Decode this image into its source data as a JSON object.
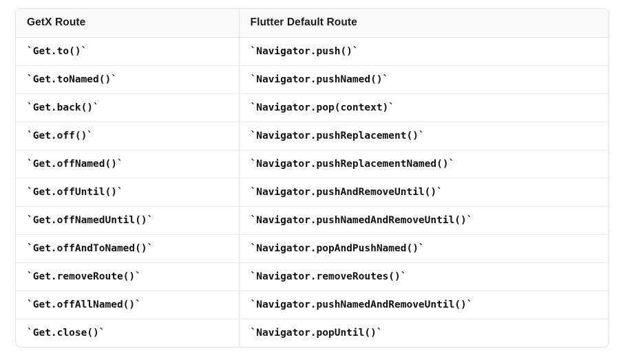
{
  "table": {
    "headers": [
      {
        "label": "GetX Route"
      },
      {
        "label": "Flutter Default Route"
      }
    ],
    "rows": [
      {
        "getx": "`Get.to()`",
        "flutter": "`Navigator.push()`"
      },
      {
        "getx": "`Get.toNamed()`",
        "flutter": "`Navigator.pushNamed()`"
      },
      {
        "getx": "`Get.back()`",
        "flutter": "`Navigator.pop(context)`"
      },
      {
        "getx": "`Get.off()`",
        "flutter": "`Navigator.pushReplacement()`"
      },
      {
        "getx": "`Get.offNamed()`",
        "flutter": "`Navigator.pushReplacementNamed()`"
      },
      {
        "getx": "`Get.offUntil()`",
        "flutter": "`Navigator.pushAndRemoveUntil()`"
      },
      {
        "getx": "`Get.offNamedUntil()`",
        "flutter": "`Navigator.pushNamedAndRemoveUntil()`"
      },
      {
        "getx": "`Get.offAndToNamed()`",
        "flutter": "`Navigator.popAndPushNamed()`"
      },
      {
        "getx": "`Get.removeRoute()`",
        "flutter": "`Navigator.removeRoutes()`"
      },
      {
        "getx": "`Get.offAllNamed()`",
        "flutter": "`Navigator.pushNamedAndRemoveUntil()`"
      },
      {
        "getx": "`Get.close()`",
        "flutter": "`Navigator.popUntil()`"
      }
    ]
  },
  "colors": {
    "header_background": "#fafafa",
    "border": "#e2e2e2",
    "row_divider": "#e8e8e8",
    "text": "#111111",
    "page_background": "#ffffff"
  }
}
